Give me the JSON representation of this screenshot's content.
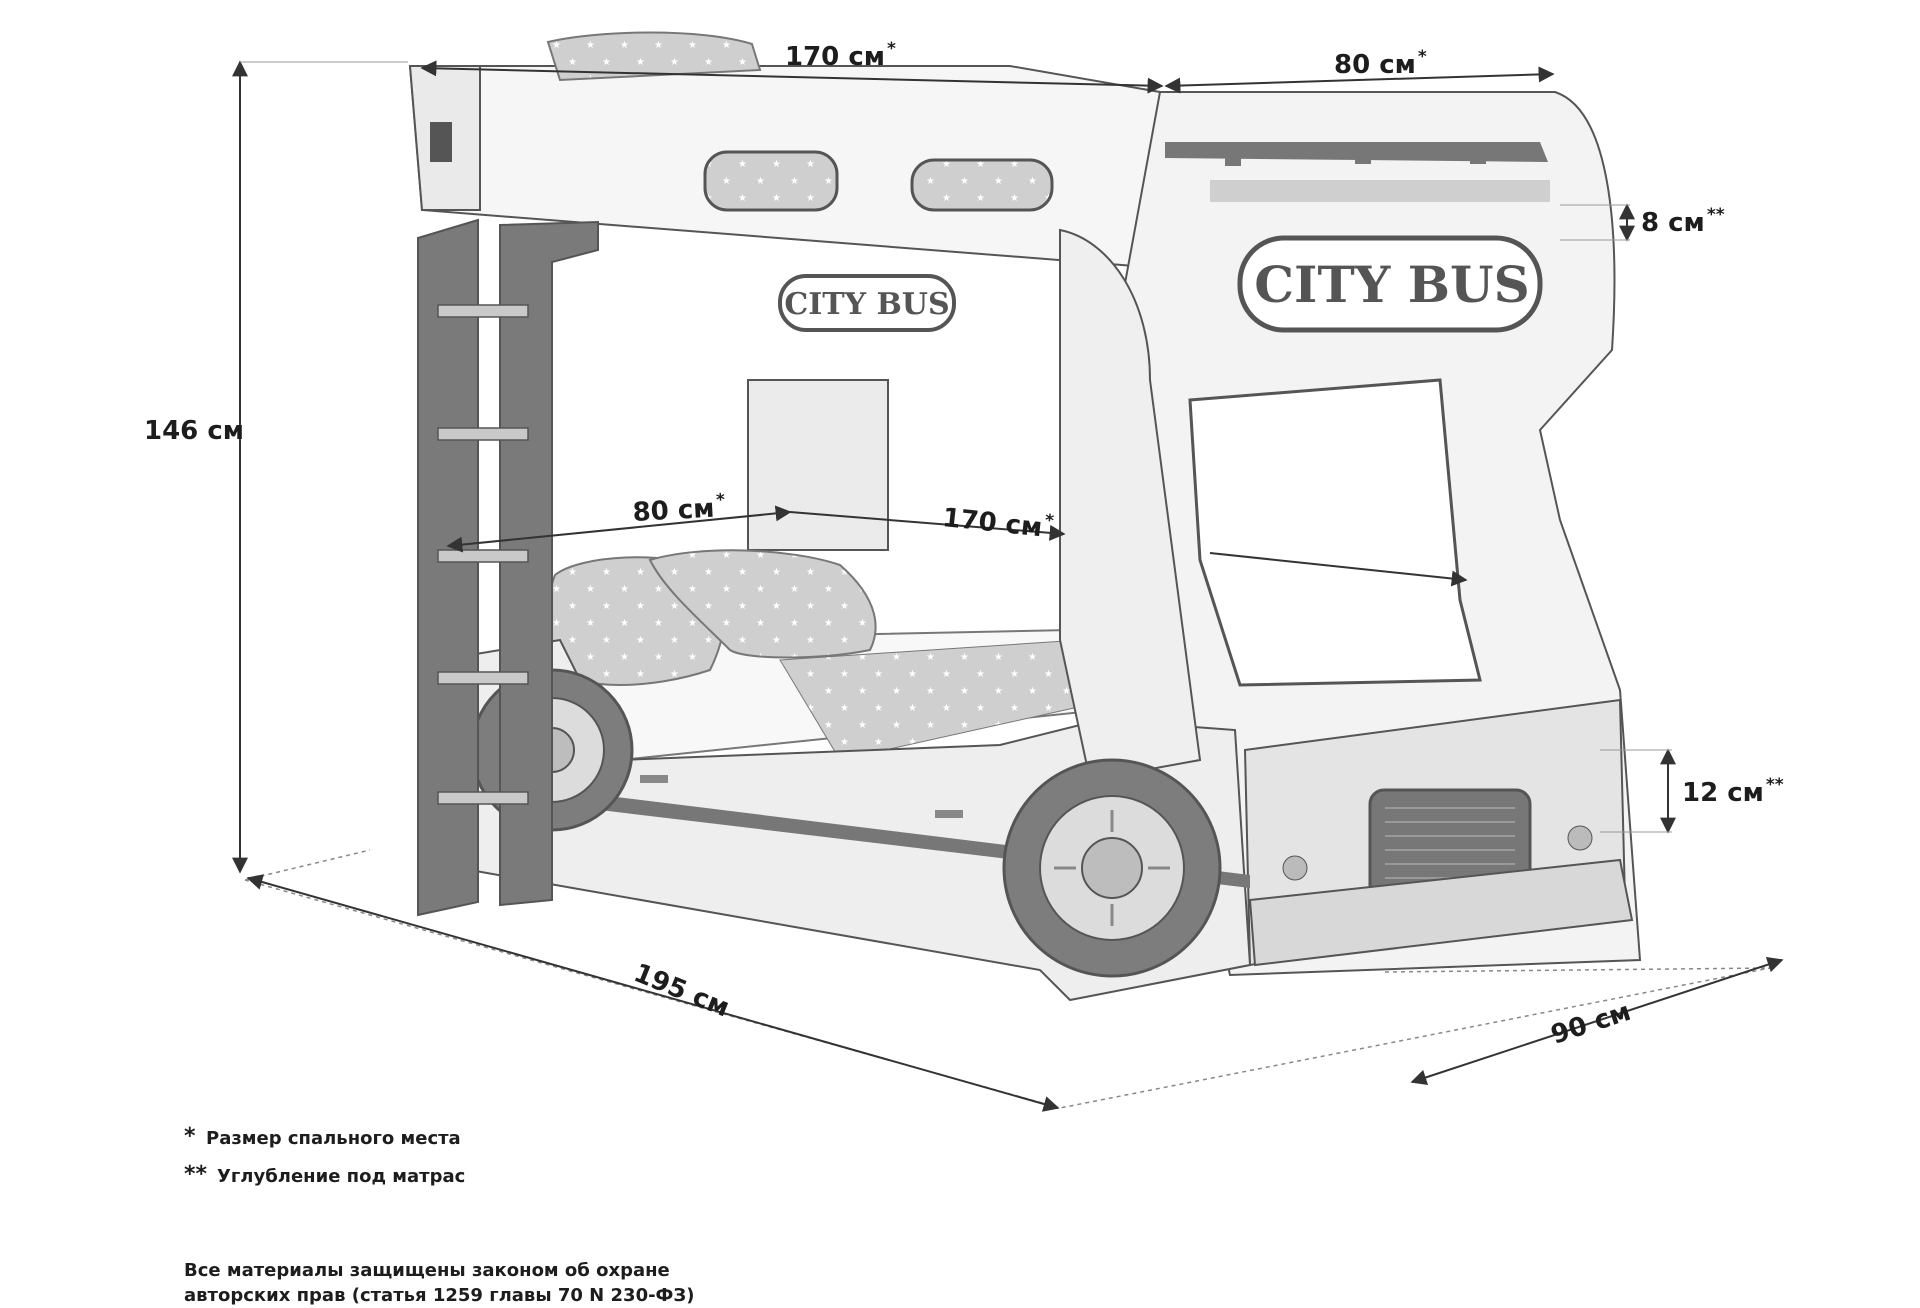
{
  "dimensions": {
    "top_length": "170 см",
    "top_width": "80 см",
    "top_recess": "8 см",
    "height": "146 см",
    "bottom_width": "80 см",
    "bottom_length": "170 см",
    "bottom_recess": "12 см",
    "overall_length": "195 см",
    "overall_depth": "90 см"
  },
  "marks": {
    "single": "*",
    "double": "**"
  },
  "bed_signs": {
    "side": "CITY BUS",
    "front": "CITY BUS"
  },
  "notes": [
    {
      "mark": "*",
      "text": "Размер спального места"
    },
    {
      "mark": "**",
      "text": "Углубление под матрас"
    }
  ],
  "copyright": {
    "line1": "Все материалы защищены законом об охране",
    "line2": "авторских прав (статья 1259 главы 70 N 230-ФЗ)"
  },
  "colors": {
    "outline": "#555555",
    "fill": "#f4f4f4",
    "shade": "#d6d6d6",
    "dark": "#7a7a7a",
    "dim_line": "#333333"
  }
}
